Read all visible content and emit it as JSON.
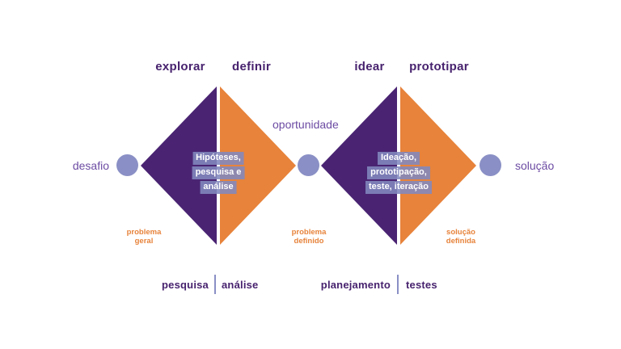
{
  "title": "double-diamond design process diagram",
  "colors": {
    "purple": "#4a2473",
    "orange": "#e7833b",
    "periwinkle": "#8a90c5",
    "text_purple_dark": "#47226e",
    "text_purple_medium": "#6c4ba3",
    "text_orange": "#e7833b"
  },
  "phases": [
    {
      "label": "explorar"
    },
    {
      "label": "definir"
    },
    {
      "label": "idear"
    },
    {
      "label": "prototipar"
    }
  ],
  "nodes": {
    "start": "desafio",
    "middle": "oportunidade",
    "end": "solução"
  },
  "diamond1": {
    "note_lines": {
      "0": "Hipóteses,",
      "1": "pesquisa e",
      "2": "análise"
    }
  },
  "diamond2": {
    "note_lines": {
      "0": "Ideação,",
      "1": "prototipação,",
      "2": "teste, iteração"
    }
  },
  "milestones": [
    {
      "line1": "problema",
      "line2": "geral"
    },
    {
      "line1": "problema",
      "line2": "definido"
    },
    {
      "line1": "solução",
      "line2": "definida"
    }
  ],
  "activities": [
    {
      "left": "pesquisa",
      "right": "análise"
    },
    {
      "left": "planejamento",
      "right": "testes"
    }
  ]
}
